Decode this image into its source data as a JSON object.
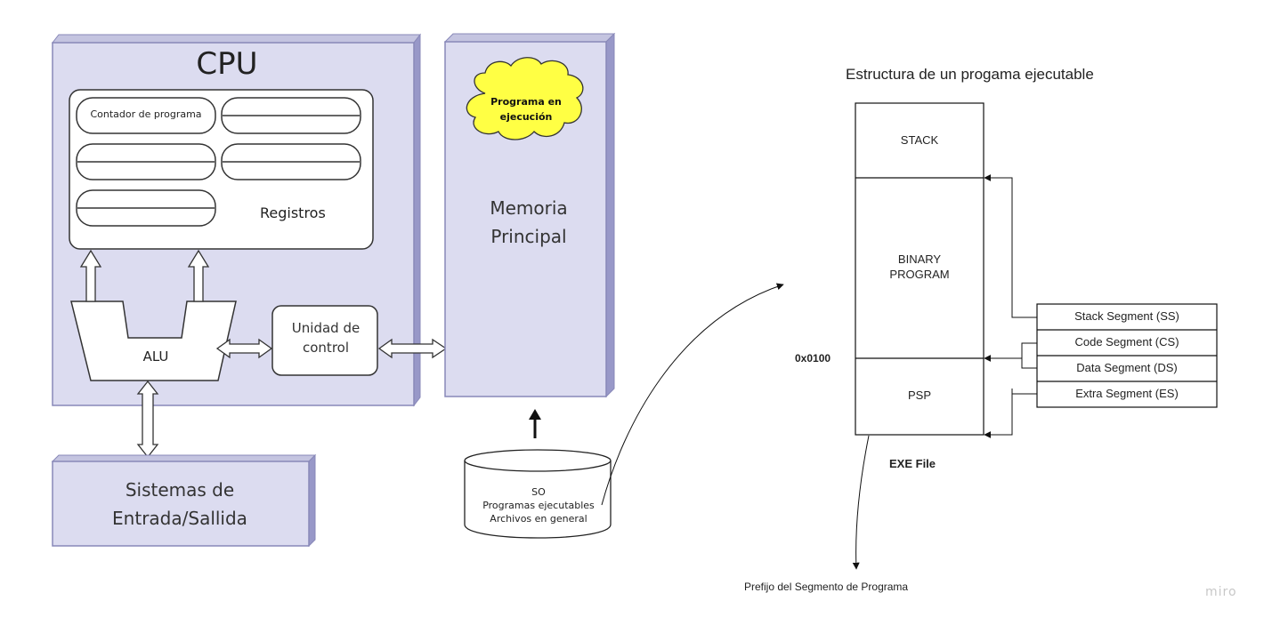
{
  "cpu": {
    "title": "CPU",
    "program_counter_label": "Contador de programa",
    "registers_label": "Registros",
    "alu_label": "ALU",
    "control_unit_label": "Unidad de control"
  },
  "memory": {
    "label": "Memoria Principal",
    "running_program_label": "Programa en ejecución"
  },
  "io": {
    "label": "Sistemas de Entrada/Sallida"
  },
  "storage": {
    "lines": [
      "SO",
      "Programas ejecutables",
      "Archivos en general"
    ]
  },
  "exe_structure": {
    "title": "Estructura de un progama ejecutable",
    "blocks": [
      "STACK",
      "BINARY PROGRAM",
      "PSP"
    ],
    "address_label": "0x0100",
    "file_label": "EXE File",
    "segment_registers": [
      "Stack Segment (SS)",
      "Code Segment (CS)",
      "Data Segment (DS)",
      "Extra Segment (ES)"
    ]
  },
  "psp_note": "Prefijo del Segmento de Programa",
  "watermark": "miro",
  "colors": {
    "panel_fill": "#dcdcf0",
    "panel_side": "#9898c8",
    "cloud_fill": "#ffff44",
    "line": "#111111"
  }
}
